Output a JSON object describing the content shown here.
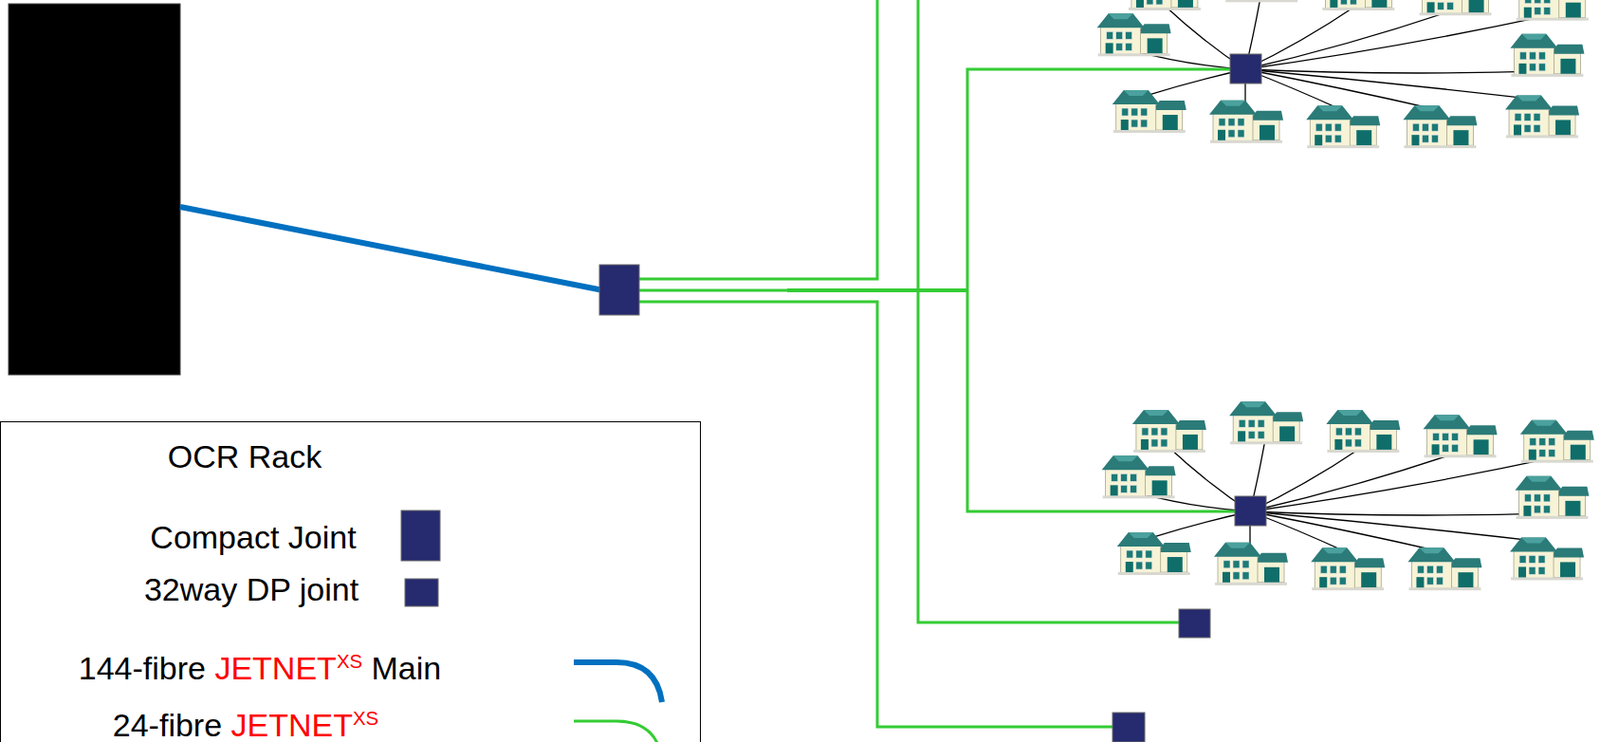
{
  "diagram": {
    "labels": [
      "OCR Rack"
    ],
    "legend": [
      {
        "text": "Compact Joint"
      },
      {
        "text": "32way DP joint"
      },
      {
        "text": "144-fibre JETNETXS Main"
      },
      {
        "text": "24-fibre JETNETXS"
      }
    ]
  }
}
